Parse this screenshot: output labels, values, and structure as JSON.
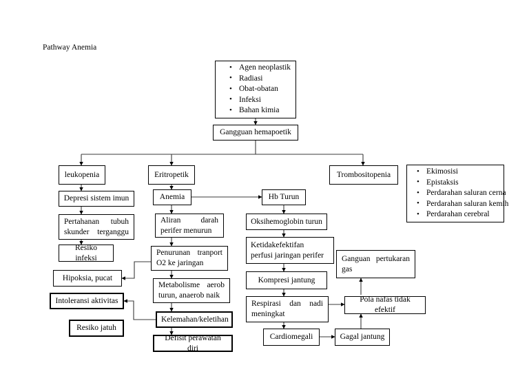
{
  "title": "Pathway Anemia",
  "diagram": {
    "type": "flowchart",
    "nodes": [
      {
        "id": "causes",
        "kind": "bullet-list",
        "items": [
          "Agen neoplastik",
          "Radiasi",
          "Obat-obatan",
          "Infeksi",
          "Bahan kimia"
        ]
      },
      {
        "id": "gangguan-hemapoetik",
        "label": "Gangguan hemapoetik"
      },
      {
        "id": "leukopenia",
        "label": "leukopenia"
      },
      {
        "id": "eritropetik",
        "label": "Eritropetik"
      },
      {
        "id": "trombositopenia",
        "label": "Trombositopenia"
      },
      {
        "id": "trombo-signs",
        "kind": "bullet-list",
        "items": [
          "Ekimosisi",
          "Epistaksis",
          "Perdarahan saluran cerna",
          "Perdarahan saluran kemih",
          "Perdarahan cerebral"
        ]
      },
      {
        "id": "depresi-sistem-imun",
        "label": "Depresi sistem imun"
      },
      {
        "id": "pertahanan-tubuh",
        "line1": "Pertahanan          tubuh",
        "line2": "skunder      terganggu"
      },
      {
        "id": "resiko-infeksi",
        "label": "Resiko infeksi"
      },
      {
        "id": "hipoksia-pucat",
        "label": "Hipoksia, pucat"
      },
      {
        "id": "intoleransi-aktivitas",
        "label": "Intoleransi aktivitas"
      },
      {
        "id": "resiko-jatuh",
        "label": "Resiko jatuh"
      },
      {
        "id": "anemia",
        "label": "Anemia"
      },
      {
        "id": "aliran-darah",
        "line1": "Aliran            darah",
        "line2": "perifer menurun"
      },
      {
        "id": "penurunan-transport",
        "line1": "Penurunan    tranport",
        "line2": "O2 ke jaringan"
      },
      {
        "id": "metabolisme-aerob",
        "line1": "Metabolisme     aerob",
        "line2": "turun, anaerob naik"
      },
      {
        "id": "kelemahan-keletihan",
        "label": "Kelemahan/keletihan"
      },
      {
        "id": "defisit-perawatan-diri",
        "label": "Defisit perawatan diri"
      },
      {
        "id": "hb-turun",
        "label": "Hb Turun"
      },
      {
        "id": "oksihemoglobin-turun",
        "label": "Oksihemoglobin turun"
      },
      {
        "id": "ketidakefektifan-perfusi",
        "line1": "Ketidakefektifan",
        "line2": "perfusi jaringan perifer"
      },
      {
        "id": "kompresi-jantung",
        "label": "Kompresi jantung"
      },
      {
        "id": "respirasi-nadi",
        "line1": "Respirasi    dan    nadi",
        "line2": "meningkat"
      },
      {
        "id": "ganguan-pertukaran-gas",
        "line1": "Ganguan      pertukaran",
        "line2": "gas"
      },
      {
        "id": "pola-nafas",
        "label": "Pola nafas tidak efektif"
      },
      {
        "id": "cardiomegali",
        "label": "Cardiomegali"
      },
      {
        "id": "gagal-jantung",
        "label": "Gagal jantung"
      }
    ],
    "edges": [
      {
        "from": "causes",
        "to": "gangguan-hemapoetik"
      },
      {
        "from": "gangguan-hemapoetik",
        "to": "leukopenia"
      },
      {
        "from": "gangguan-hemapoetik",
        "to": "eritropetik"
      },
      {
        "from": "gangguan-hemapoetik",
        "to": "trombositopenia"
      },
      {
        "from": "leukopenia",
        "to": "depresi-sistem-imun"
      },
      {
        "from": "depresi-sistem-imun",
        "to": "pertahanan-tubuh"
      },
      {
        "from": "pertahanan-tubuh",
        "to": "resiko-infeksi"
      },
      {
        "from": "eritropetik",
        "to": "anemia"
      },
      {
        "from": "anemia",
        "to": "hb-turun"
      },
      {
        "from": "anemia",
        "to": "aliran-darah"
      },
      {
        "from": "aliran-darah",
        "to": "penurunan-transport"
      },
      {
        "from": "penurunan-transport",
        "to": "hipoksia-pucat"
      },
      {
        "from": "penurunan-transport",
        "to": "metabolisme-aerob"
      },
      {
        "from": "metabolisme-aerob",
        "to": "kelemahan-keletihan"
      },
      {
        "from": "kelemahan-keletihan",
        "to": "intoleransi-aktivitas"
      },
      {
        "from": "kelemahan-keletihan",
        "to": "defisit-perawatan-diri"
      },
      {
        "from": "hipoksia-pucat",
        "to": "intoleransi-aktivitas"
      },
      {
        "from": "intoleransi-aktivitas",
        "to": "resiko-jatuh"
      },
      {
        "from": "hb-turun",
        "to": "oksihemoglobin-turun"
      },
      {
        "from": "oksihemoglobin-turun",
        "to": "ketidakefektifan-perfusi"
      },
      {
        "from": "ketidakefektifan-perfusi",
        "to": "kompresi-jantung"
      },
      {
        "from": "kompresi-jantung",
        "to": "respirasi-nadi"
      },
      {
        "from": "respirasi-nadi",
        "to": "pola-nafas"
      },
      {
        "from": "respirasi-nadi",
        "to": "cardiomegali"
      },
      {
        "from": "cardiomegali",
        "to": "gagal-jantung"
      },
      {
        "from": "gagal-jantung",
        "to": "pola-nafas"
      },
      {
        "from": "pola-nafas",
        "to": "ganguan-pertukaran-gas"
      }
    ]
  }
}
